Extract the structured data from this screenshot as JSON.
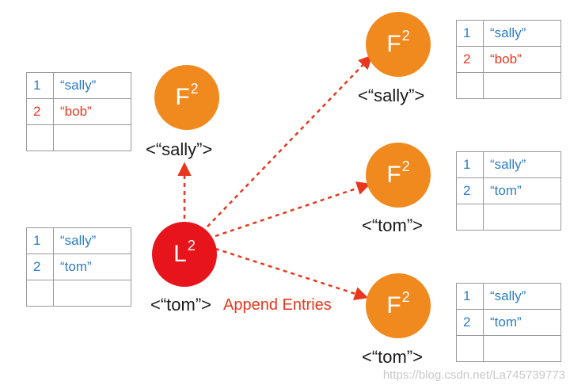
{
  "nodes": {
    "follower_top_left": {
      "role": "F",
      "term": "2",
      "value": "<“sally”>"
    },
    "leader": {
      "role": "L",
      "term": "2",
      "value": "<“tom”>"
    },
    "follower_right_top": {
      "role": "F",
      "term": "2",
      "value": "<“sally”>"
    },
    "follower_right_middle": {
      "role": "F",
      "term": "2",
      "value": "<“tom”>"
    },
    "follower_right_bottom": {
      "role": "F",
      "term": "2",
      "value": "<“tom”>"
    }
  },
  "annotation": "Append Entries",
  "logs": {
    "top_left": [
      {
        "index": "1",
        "entry": "“sally”",
        "color": "#2c7cc6"
      },
      {
        "index": "2",
        "entry": "“bob”",
        "color": "#e8371e"
      },
      {
        "index": "",
        "entry": "",
        "color": ""
      }
    ],
    "leader": [
      {
        "index": "1",
        "entry": "“sally”",
        "color": "#2c7cc6"
      },
      {
        "index": "2",
        "entry": "“tom”",
        "color": "#2c7cc6"
      },
      {
        "index": "",
        "entry": "",
        "color": ""
      }
    ],
    "right_top": [
      {
        "index": "1",
        "entry": "“sally”",
        "color": "#2c7cc6"
      },
      {
        "index": "2",
        "entry": "“bob”",
        "color": "#e8371e"
      },
      {
        "index": "",
        "entry": "",
        "color": ""
      }
    ],
    "right_middle": [
      {
        "index": "1",
        "entry": "“sally”",
        "color": "#2c7cc6"
      },
      {
        "index": "2",
        "entry": "“tom”",
        "color": "#2c7cc6"
      },
      {
        "index": "",
        "entry": "",
        "color": ""
      }
    ],
    "right_bottom": [
      {
        "index": "1",
        "entry": "“sally”",
        "color": "#2c7cc6"
      },
      {
        "index": "2",
        "entry": "“tom”",
        "color": "#2c7cc6"
      },
      {
        "index": "",
        "entry": "",
        "color": ""
      }
    ]
  },
  "colors": {
    "follower": "#f08a1f",
    "leader": "#e8141b",
    "arrow": "#e8371e"
  },
  "watermark": "https://blog.csdn.net/La745739773"
}
